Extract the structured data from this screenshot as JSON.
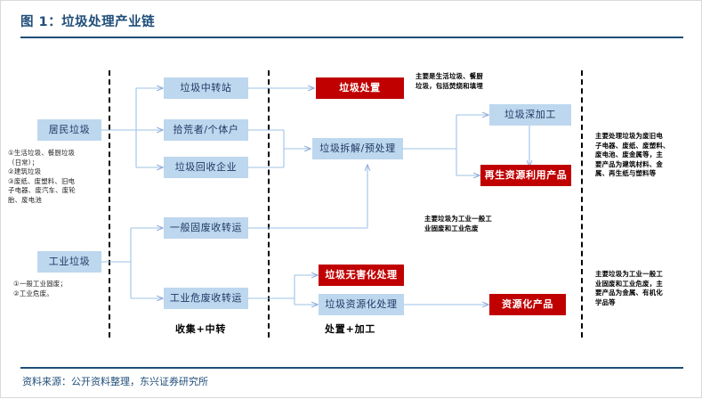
{
  "figure": {
    "title": "图 1：垃圾处理产业链",
    "source": "资料来源：公开资料整理，东兴证券研究所",
    "accent_color": "#1f4e79",
    "box_blue": "#bdd7ee",
    "box_red": "#c00000",
    "text_navy": "#1f3864"
  },
  "captions": {
    "collect": "收集+中转",
    "process": "处置+加工"
  },
  "sources": {
    "residential": {
      "label": "居民垃圾",
      "note": "①生活垃圾、餐厨垃圾\n（日常）；\n②建筑垃圾\n③废纸、废塑料、旧电\n子电器、废汽车、废轮\n胎、废电池"
    },
    "industrial": {
      "label": "工业垃圾",
      "note": "①一般工业固废；\n②工业危废。"
    }
  },
  "collection_nodes": [
    {
      "id": "transfer-station",
      "label": "垃圾中转站",
      "style": "blue"
    },
    {
      "id": "scavenger",
      "label": "拾荒者/个体户",
      "style": "blue"
    },
    {
      "id": "recycling-enterprise",
      "label": "垃圾回收企业",
      "style": "blue"
    },
    {
      "id": "general-solid-waste-transfer",
      "label": "一般固废收转运",
      "style": "blue"
    },
    {
      "id": "hazardous-waste-transfer",
      "label": "工业危废收转运",
      "style": "blue"
    }
  ],
  "processing_nodes": [
    {
      "id": "waste-disposal",
      "label": "垃圾处置",
      "style": "red"
    },
    {
      "id": "dismantle-pretreat",
      "label": "垃圾拆解/预处理",
      "style": "blue"
    },
    {
      "id": "deep-processing",
      "label": "垃圾深加工",
      "style": "blue"
    },
    {
      "id": "renewable-resource-product",
      "label": "再生资源利用产品",
      "style": "red"
    },
    {
      "id": "harmless-treatment",
      "label": "垃圾无害化处理",
      "style": "red"
    },
    {
      "id": "resource-treatment",
      "label": "垃圾资源化处理",
      "style": "blue"
    },
    {
      "id": "resource-product",
      "label": "资源化产品",
      "style": "red"
    }
  ],
  "annotations": {
    "disposal_note": "主要是生活垃圾、餐厨\n垃圾，包括焚烧和填埋",
    "industrial_note": "主要垃圾为工业一般工\n业固废和工业危废",
    "right_top_note": "主要处理垃圾为废旧电\n子电器、废纸、废塑料、\n废电池、废金属等，主\n要产品为建筑材料、金\n属、再生纸与塑料等",
    "right_bottom_note": "主要垃圾为工业一般工\n业固废和工业危废，主\n要产品为金属、有机化\n学品等"
  }
}
